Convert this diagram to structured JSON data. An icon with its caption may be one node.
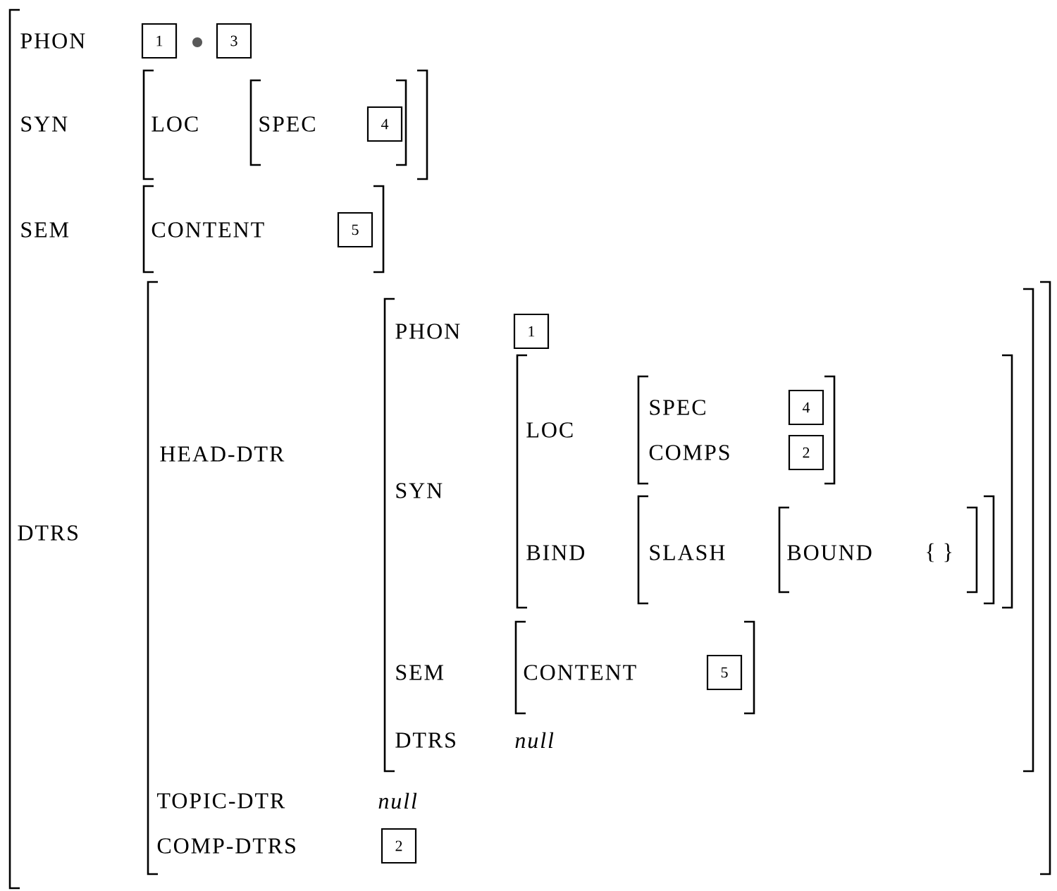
{
  "diagram": {
    "nodes": [
      {
        "text": [
          "1"
        ]
      },
      {
        "text": [
          "3"
        ]
      },
      {
        "text": [
          "4"
        ]
      },
      {
        "text": [
          "5"
        ]
      },
      {
        "text": [
          "1"
        ]
      },
      {
        "text": [
          "4"
        ]
      },
      {
        "text": [
          "2"
        ]
      },
      {
        "text": [
          "5"
        ]
      },
      {
        "text": [
          "2"
        ]
      }
    ],
    "labels": [
      "PHON",
      "SYN",
      "LOC",
      "SPEC",
      "SEM",
      "CONTENT",
      "HEAD-DTR",
      "PHON",
      "LOC",
      "SPEC",
      "COMPS",
      "SYN",
      "BIND",
      "SLASH",
      "BOUND",
      "{ }",
      "SEM",
      "CONTENT",
      "DTRS",
      "*null*",
      "DTRS",
      "TOPIC-DTR",
      "*null*",
      "COMP-DTRS"
    ]
  }
}
